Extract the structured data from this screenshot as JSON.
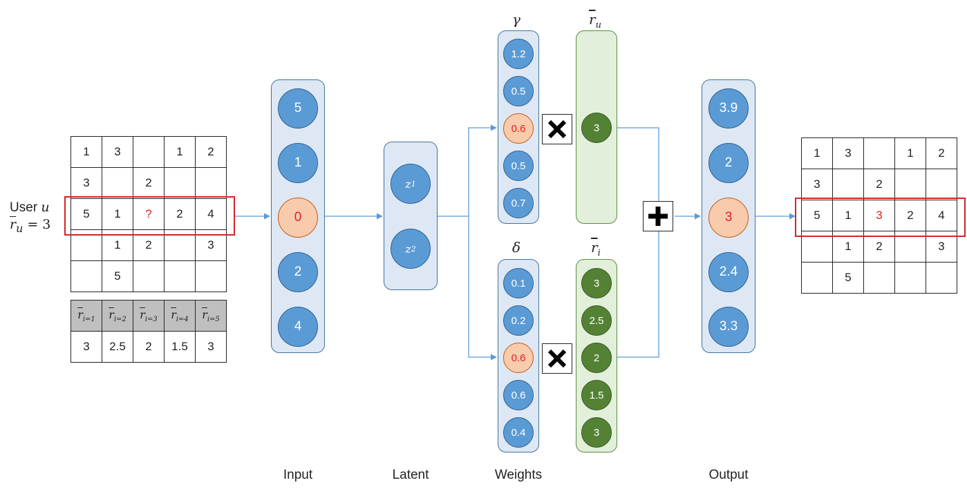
{
  "user_label": {
    "text": "User",
    "var": "u",
    "mean_var": "r",
    "mean_sub": "u",
    "mean_eq": "= 3"
  },
  "rating_matrix": [
    [
      "1",
      "3",
      "",
      "1",
      "2"
    ],
    [
      "3",
      "",
      "2",
      "",
      ""
    ],
    [
      "5",
      "1",
      "?",
      "2",
      "4"
    ],
    [
      "",
      "1",
      "2",
      "",
      "3"
    ],
    [
      "",
      "5",
      "",
      "",
      ""
    ]
  ],
  "item_means": {
    "var": "r",
    "headers": [
      "i=1",
      "i=2",
      "i=3",
      "i=4",
      "i=5"
    ],
    "values": [
      "3",
      "2.5",
      "2",
      "1.5",
      "3"
    ]
  },
  "input_nodes": [
    "5",
    "1",
    "0",
    "2",
    "4"
  ],
  "latent_nodes": [
    {
      "var": "z",
      "sub": "1"
    },
    {
      "var": "z",
      "sub": "2"
    }
  ],
  "gamma": {
    "symbol": "γ",
    "values": [
      "1.2",
      "0.5",
      "0.6",
      "0.5",
      "0.7"
    ]
  },
  "delta": {
    "symbol": "δ",
    "values": [
      "0.1",
      "0.2",
      "0.6",
      "0.6",
      "0.4"
    ]
  },
  "user_mean": {
    "var": "r",
    "sub": "u",
    "value": "3"
  },
  "item_mean_col": {
    "var": "r",
    "sub": "i",
    "values": [
      "3",
      "2.5",
      "2",
      "1.5",
      "3"
    ]
  },
  "output_nodes": [
    "3.9",
    "2",
    "3",
    "2.4",
    "3.3"
  ],
  "output_matrix": [
    [
      "1",
      "3",
      "",
      "1",
      "2"
    ],
    [
      "3",
      "",
      "2",
      "",
      ""
    ],
    [
      "5",
      "1",
      "3",
      "2",
      "4"
    ],
    [
      "",
      "1",
      "2",
      "",
      "3"
    ],
    [
      "",
      "5",
      "",
      "",
      ""
    ]
  ],
  "stage_labels": {
    "input": "Input",
    "latent": "Latent",
    "weights": "Weights",
    "output": "Output"
  },
  "colors": {
    "node_blue": "#5b9bd5",
    "node_orange": "#f8cbad",
    "node_green": "#548235",
    "highlight_red": "#d42424",
    "arrow": "#5b9bd5"
  }
}
